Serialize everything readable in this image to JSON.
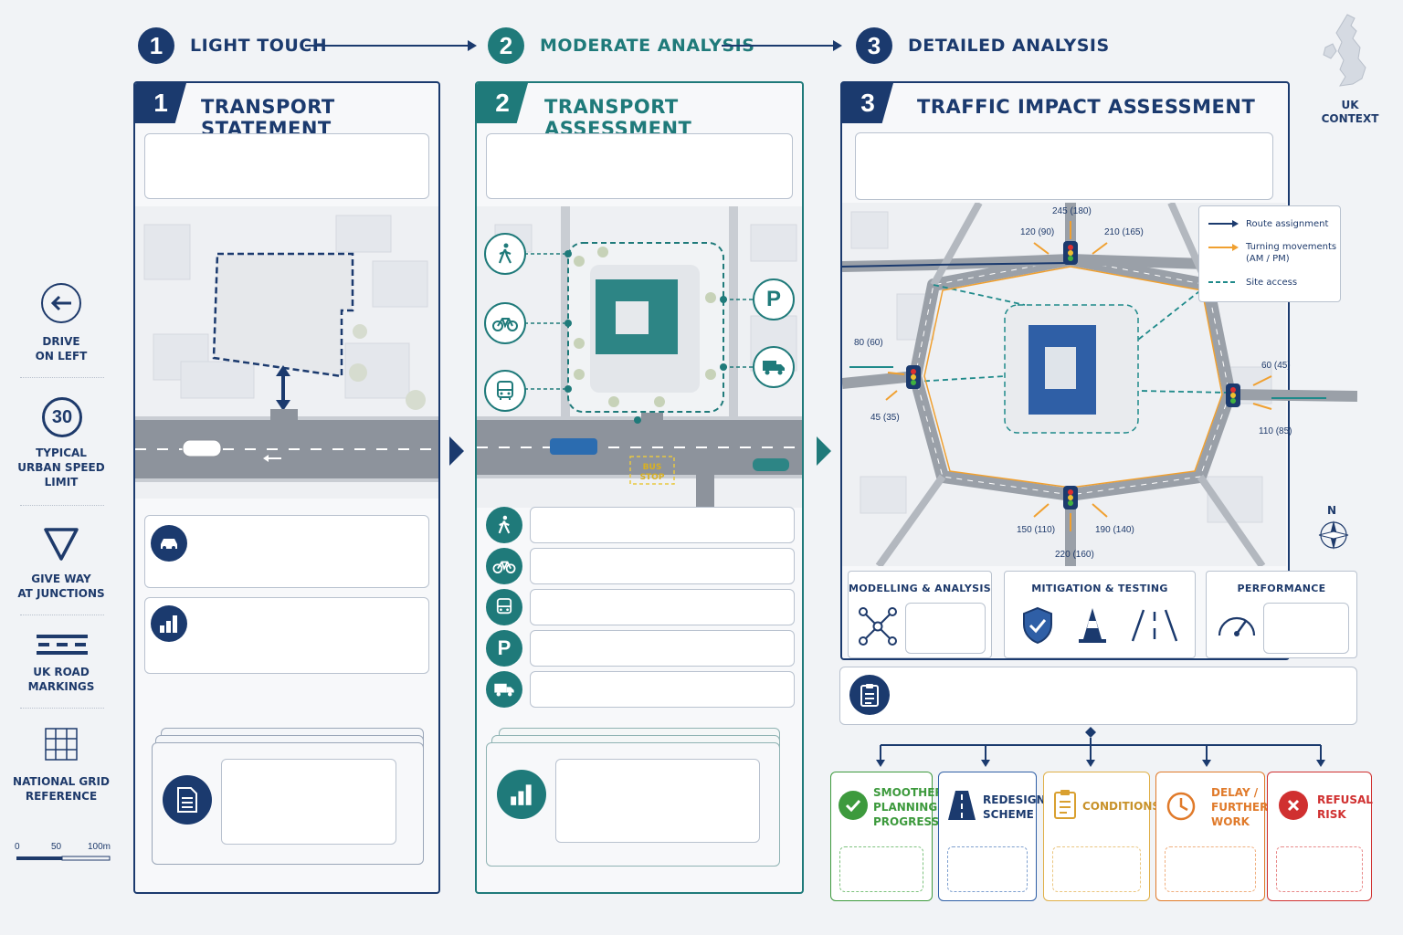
{
  "stages": [
    {
      "number": "1",
      "label": "LIGHT TOUCH"
    },
    {
      "number": "2",
      "label": "MODERATE ANALYSIS"
    },
    {
      "number": "3",
      "label": "DETAILED ANALYSIS"
    }
  ],
  "uk_context": {
    "label_line1": "UK",
    "label_line2": "CONTEXT",
    "icon": "uk-map-icon"
  },
  "panels": [
    {
      "number": "1",
      "title": "TRANSPORT STATEMENT",
      "color": "#1b3a6e"
    },
    {
      "number": "2",
      "title": "TRANSPORT ASSESSMENT",
      "color": "#1f7a7a"
    },
    {
      "number": "3",
      "title": "TRAFFIC IMPACT ASSESSMENT",
      "color": "#1b3a6e"
    }
  ],
  "legend": [
    {
      "icon": "arrow-left-icon",
      "line1": "DRIVE",
      "line2": "ON LEFT"
    },
    {
      "icon": "speed-limit-30-icon",
      "sign_text": "30",
      "line1": "TYPICAL",
      "line2": "URBAN SPEED",
      "line3": "LIMIT"
    },
    {
      "icon": "give-way-icon",
      "line1": "GIVE WAY",
      "line2": "AT JUNCTIONS"
    },
    {
      "icon": "road-marking-icon",
      "line1": "UK ROAD",
      "line2": "MARKINGS"
    },
    {
      "icon": "grid-icon",
      "line1": "NATIONAL GRID",
      "line2": "REFERENCE"
    }
  ],
  "scale_bar": {
    "ticks": [
      "0",
      "50",
      "100m"
    ]
  },
  "panel2_map": {
    "bus_stop_line1": "BUS",
    "bus_stop_line2": "STOP"
  },
  "panel3_map": {
    "map_legend": [
      {
        "label": "Route assignment",
        "color": "#1b3a6e"
      },
      {
        "label_line1": "Turning movements",
        "label_line2": "(AM / PM)",
        "color": "#f0a030"
      },
      {
        "label": "Site access",
        "color": "#1f8a8a"
      }
    ],
    "flows": {
      "top": "245 (180)",
      "top_left": "120 (90)",
      "top_right": "210 (165)",
      "left_top": "80 (60)",
      "left_bottom": "45 (35)",
      "right_top": "60 (45)",
      "right_bottom": "110 (85)",
      "bottom_left": "150 (110)",
      "bottom_right": "190 (140)",
      "bottom": "220 (160)"
    },
    "north_label": "N"
  },
  "panel3_cards": [
    {
      "title": "MODELLING & ANALYSIS"
    },
    {
      "title": "MITIGATION & TESTING"
    },
    {
      "title": "PERFORMANCE"
    }
  ],
  "outcomes": [
    {
      "line1": "SMOOTHER",
      "line2": "PLANNING",
      "line3": "PROGRESS",
      "color": "#3d9a3d",
      "icon": "check-icon"
    },
    {
      "line1": "REDESIGN",
      "line2": "SCHEME",
      "color": "#1b3a6e",
      "icon": "road-icon"
    },
    {
      "line1": "CONDITIONS",
      "color": "#d9a030",
      "icon": "clipboard-icon"
    },
    {
      "line1": "DELAY /",
      "line2": "FURTHER",
      "line3": "WORK",
      "color": "#e07a2a",
      "icon": "clock-icon"
    },
    {
      "line1": "REFUSAL",
      "line2": "RISK",
      "color": "#d03030",
      "icon": "cross-icon"
    }
  ],
  "colors": {
    "navy": "#1b3a6e",
    "teal": "#1f7a7a",
    "orange": "#f0a030"
  }
}
